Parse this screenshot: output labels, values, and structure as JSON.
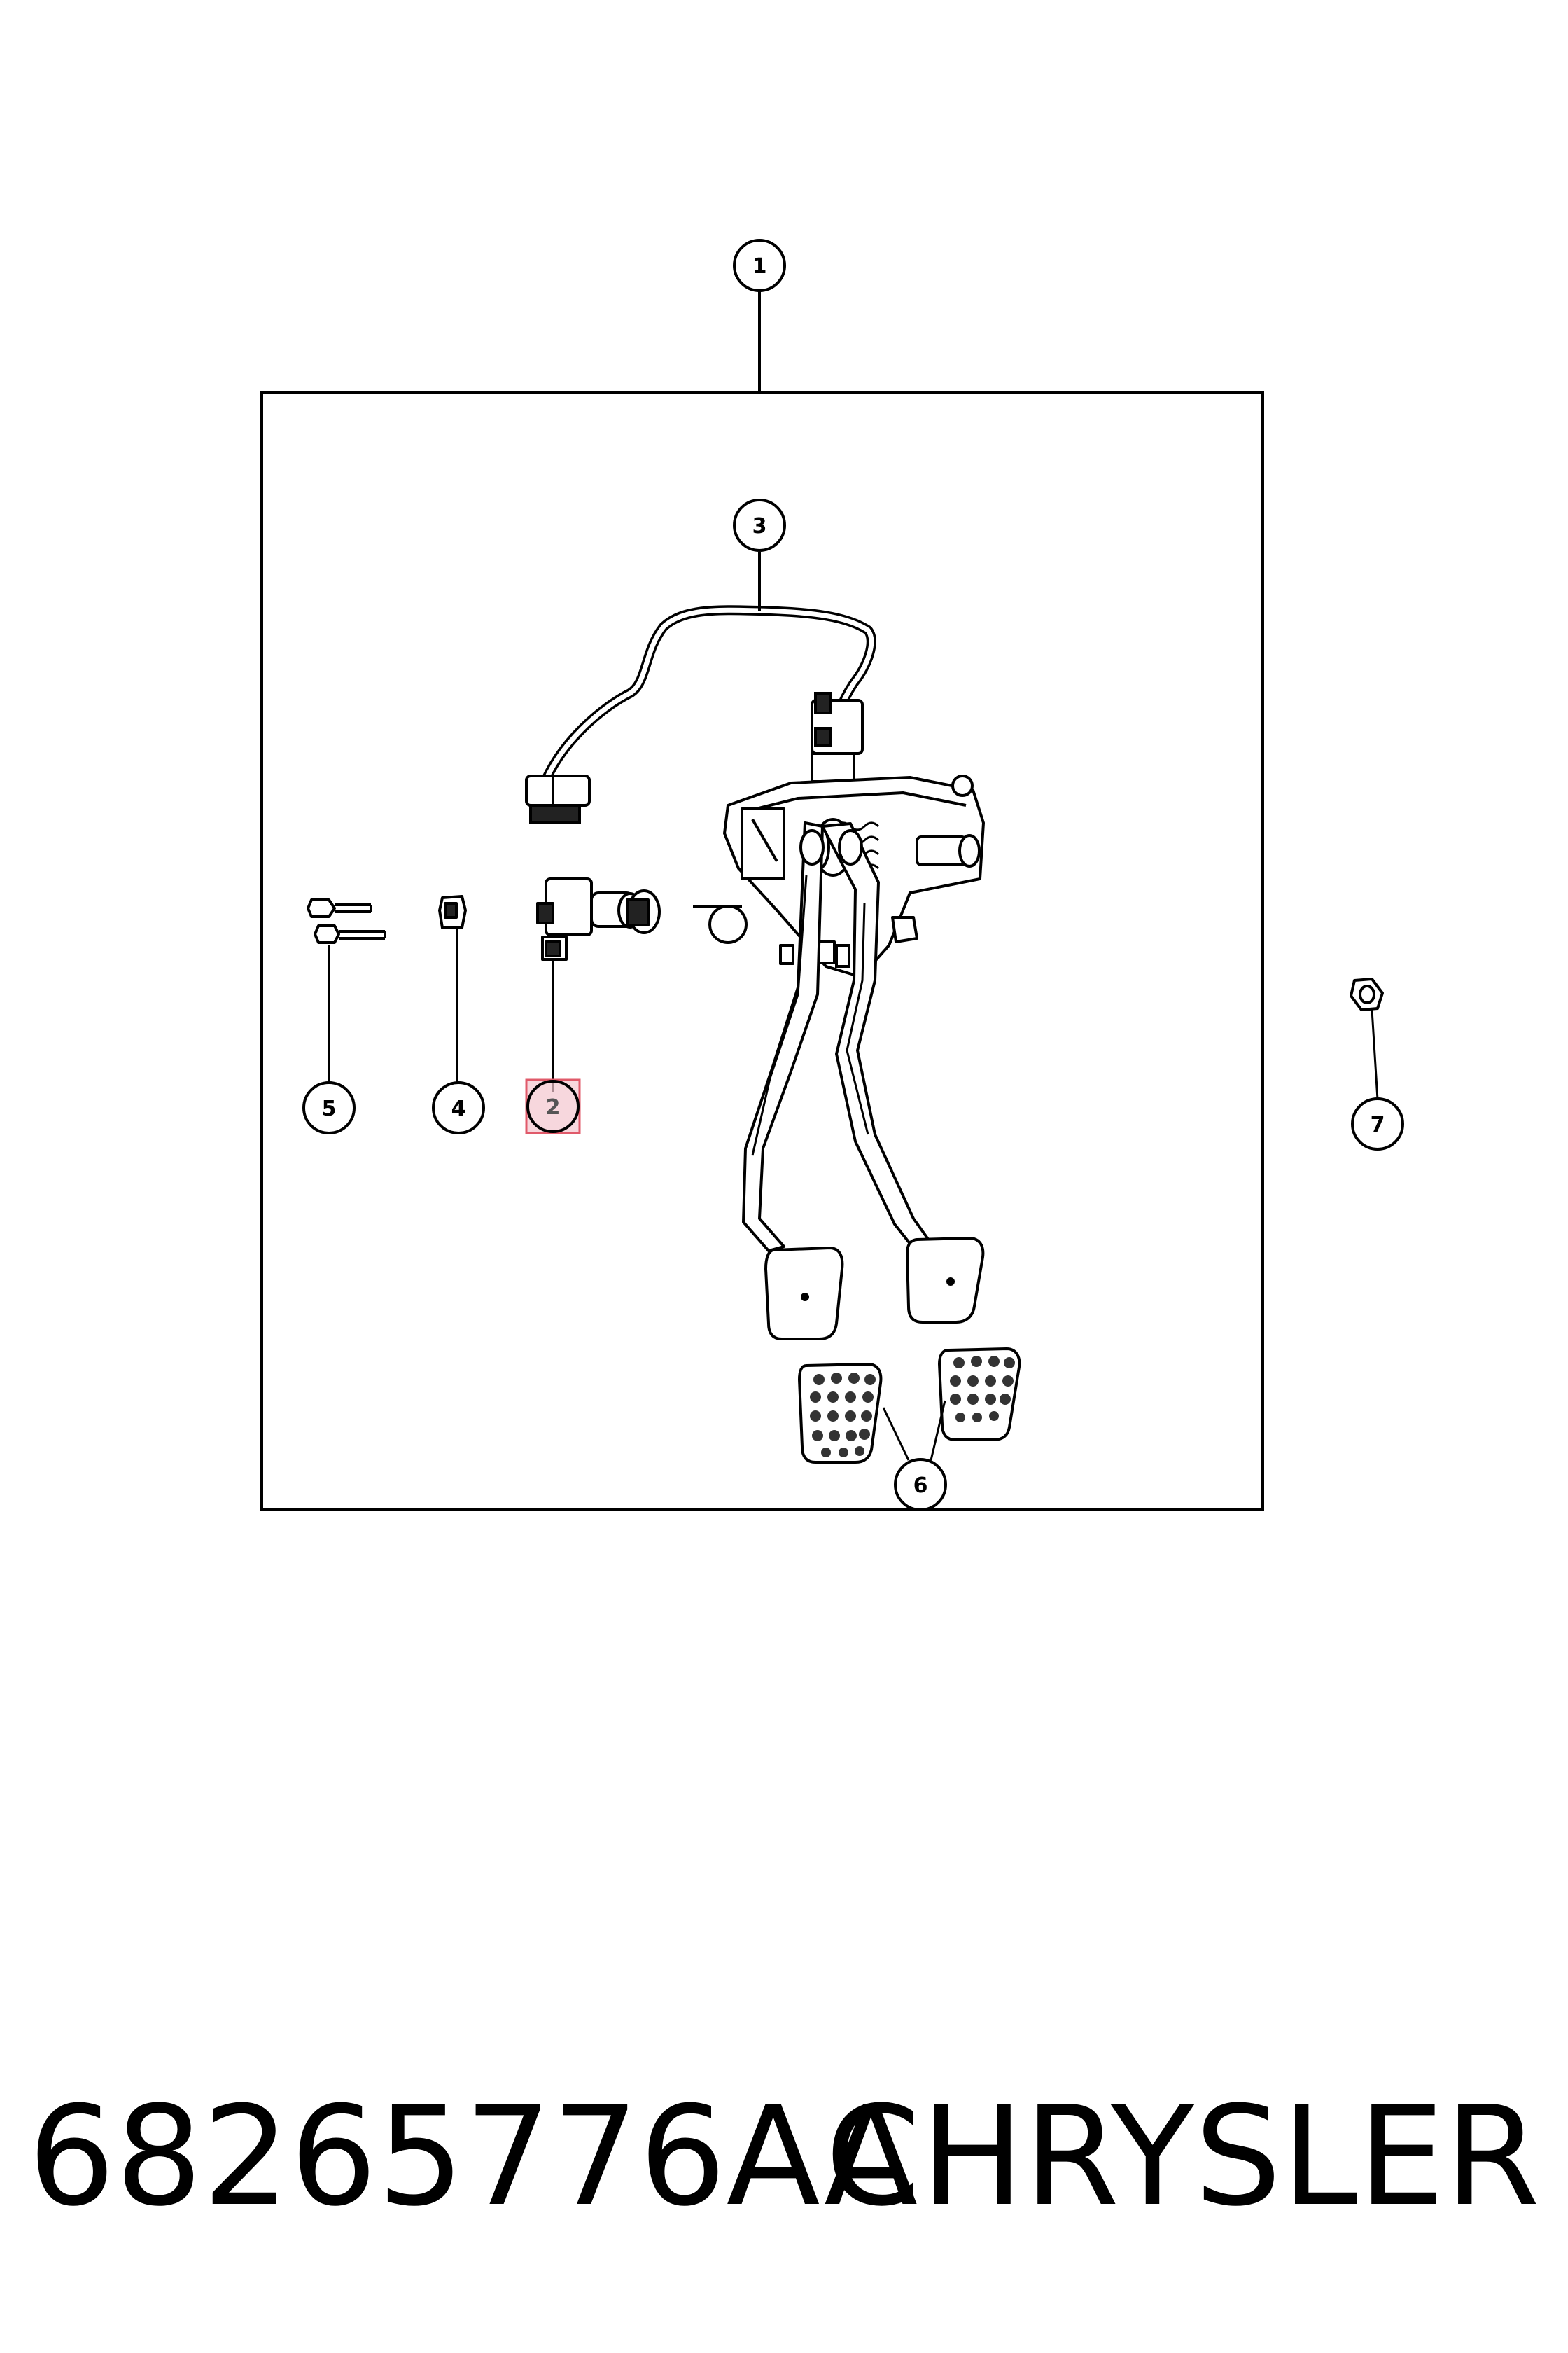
{
  "callouts": [
    {
      "id": "callout-1",
      "number": "1"
    },
    {
      "id": "callout-2",
      "number": "2",
      "highlighted": true
    },
    {
      "id": "callout-3",
      "number": "3"
    },
    {
      "id": "callout-4",
      "number": "4"
    },
    {
      "id": "callout-5",
      "number": "5"
    },
    {
      "id": "callout-6",
      "number": "6"
    },
    {
      "id": "callout-7",
      "number": "7"
    }
  ],
  "highlight_color": "#e05a6a",
  "footer": {
    "part_number": "68265776AA",
    "brand": "CHRYSLER"
  }
}
